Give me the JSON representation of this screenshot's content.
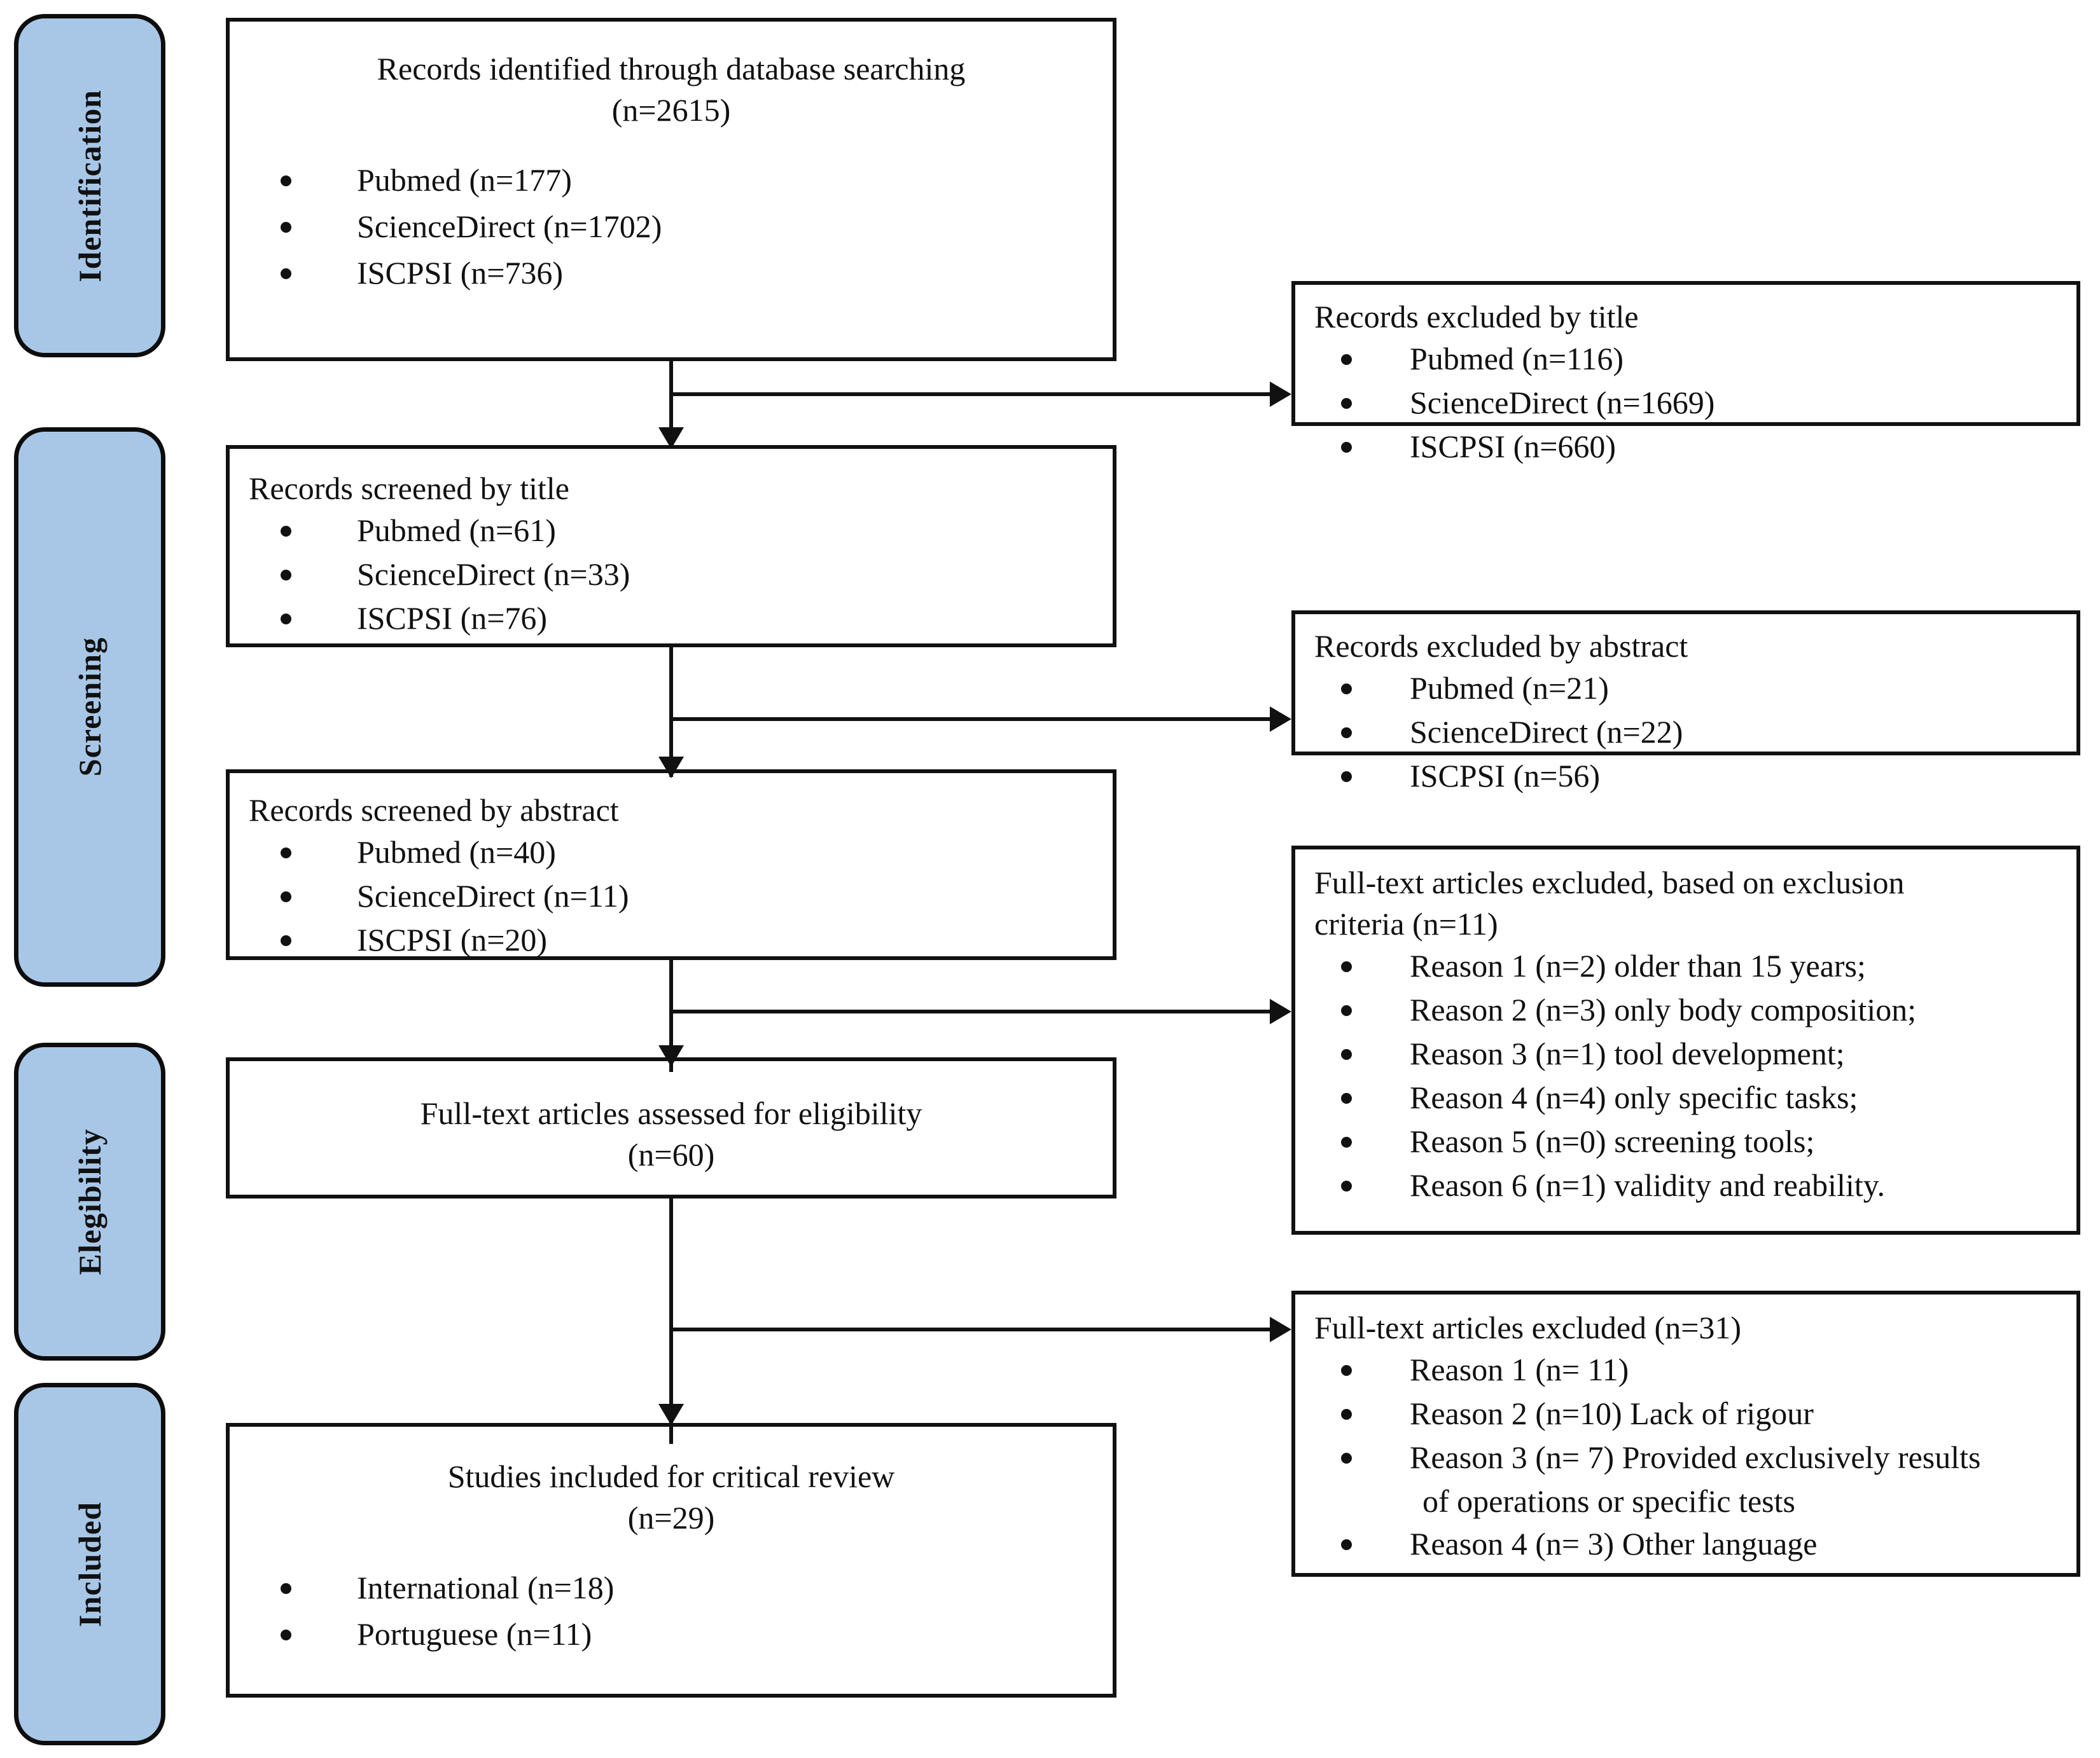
{
  "diagram": {
    "type": "prisma-flow-diagram",
    "accent_color": "#a8c7e7",
    "line_color": "#111111"
  },
  "phases": [
    {
      "label": "Identification"
    },
    {
      "label": "Screening"
    },
    {
      "label": "Elegibility"
    },
    {
      "label": "Included"
    }
  ],
  "flow": {
    "identified": {
      "title": "Records identified through database searching",
      "count": "(n=2615)",
      "items": [
        "Pubmed (n=177)",
        "ScienceDirect (n=1702)",
        "ISCPSI (n=736)"
      ]
    },
    "screened_title": {
      "title": "Records screened by title",
      "items": [
        "Pubmed (n=61)",
        "ScienceDirect (n=33)",
        "ISCPSI (n=76)"
      ]
    },
    "screened_abstract": {
      "title": "Records screened by abstract",
      "items": [
        "Pubmed (n=40)",
        "ScienceDirect (n=11)",
        "ISCPSI (n=20)"
      ]
    },
    "fulltext_assessed": {
      "title": "Full-text articles assessed for eligibility",
      "count": "(n=60)"
    },
    "included": {
      "title": "Studies included for critical review",
      "count": "(n=29)",
      "items": [
        "International (n=18)",
        "Portuguese (n=11)"
      ]
    }
  },
  "exclusions": {
    "by_title": {
      "title": "Records excluded by title",
      "items": [
        "Pubmed (n=116)",
        "ScienceDirect (n=1669)",
        "ISCPSI (n=660)"
      ]
    },
    "by_abstract": {
      "title": "Records excluded by abstract",
      "items": [
        "Pubmed (n=21)",
        "ScienceDirect (n=22)",
        "ISCPSI (n=56)"
      ]
    },
    "by_criteria": {
      "title_line1": "Full-text articles excluded, based on exclusion",
      "title_line2": "criteria (n=11)",
      "items": [
        "Reason 1 (n=2) older than 15 years;",
        "Reason 2 (n=3) only body composition;",
        "Reason 3 (n=1) tool development;",
        "Reason 4 (n=4) only specific tasks;",
        "Reason 5 (n=0) screening tools;",
        "Reason 6 (n=1) validity and reability."
      ]
    },
    "fulltext": {
      "title": "Full-text articles excluded (n=31)",
      "items": [
        "Reason 1 (n= 11)",
        "Reason 2 (n=10) Lack of rigour",
        "Reason 3 (n= 7) Provided exclusively results"
      ],
      "item3_continuation": "of operations or specific tests",
      "item4": "Reason 4 (n= 3) Other language"
    }
  }
}
